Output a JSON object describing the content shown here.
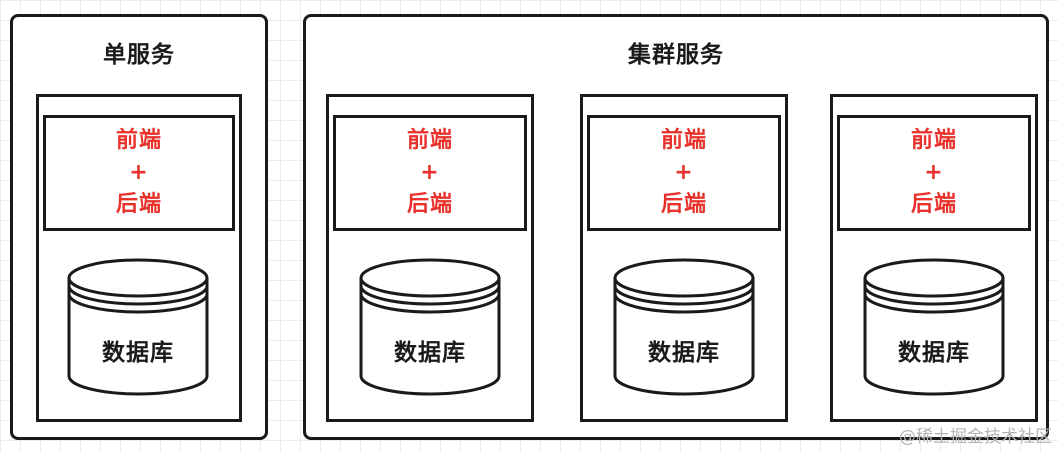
{
  "groups": [
    {
      "title": "单服务",
      "servers": [
        {
          "app_lines": [
            "前端",
            "+",
            "后端"
          ],
          "db_label": "数据库"
        }
      ]
    },
    {
      "title": "集群服务",
      "servers": [
        {
          "app_lines": [
            "前端",
            "+",
            "后端"
          ],
          "db_label": "数据库"
        },
        {
          "app_lines": [
            "前端",
            "+",
            "后端"
          ],
          "db_label": "数据库"
        },
        {
          "app_lines": [
            "前端",
            "+",
            "后端"
          ],
          "db_label": "数据库"
        }
      ]
    }
  ],
  "watermark": "@稀土掘金技术社区",
  "colors": {
    "stroke": "#1a1a1a",
    "accent_text": "#e8322b",
    "grid": "#ececec",
    "background": "#ffffff",
    "watermark": "#b4b4b4"
  }
}
